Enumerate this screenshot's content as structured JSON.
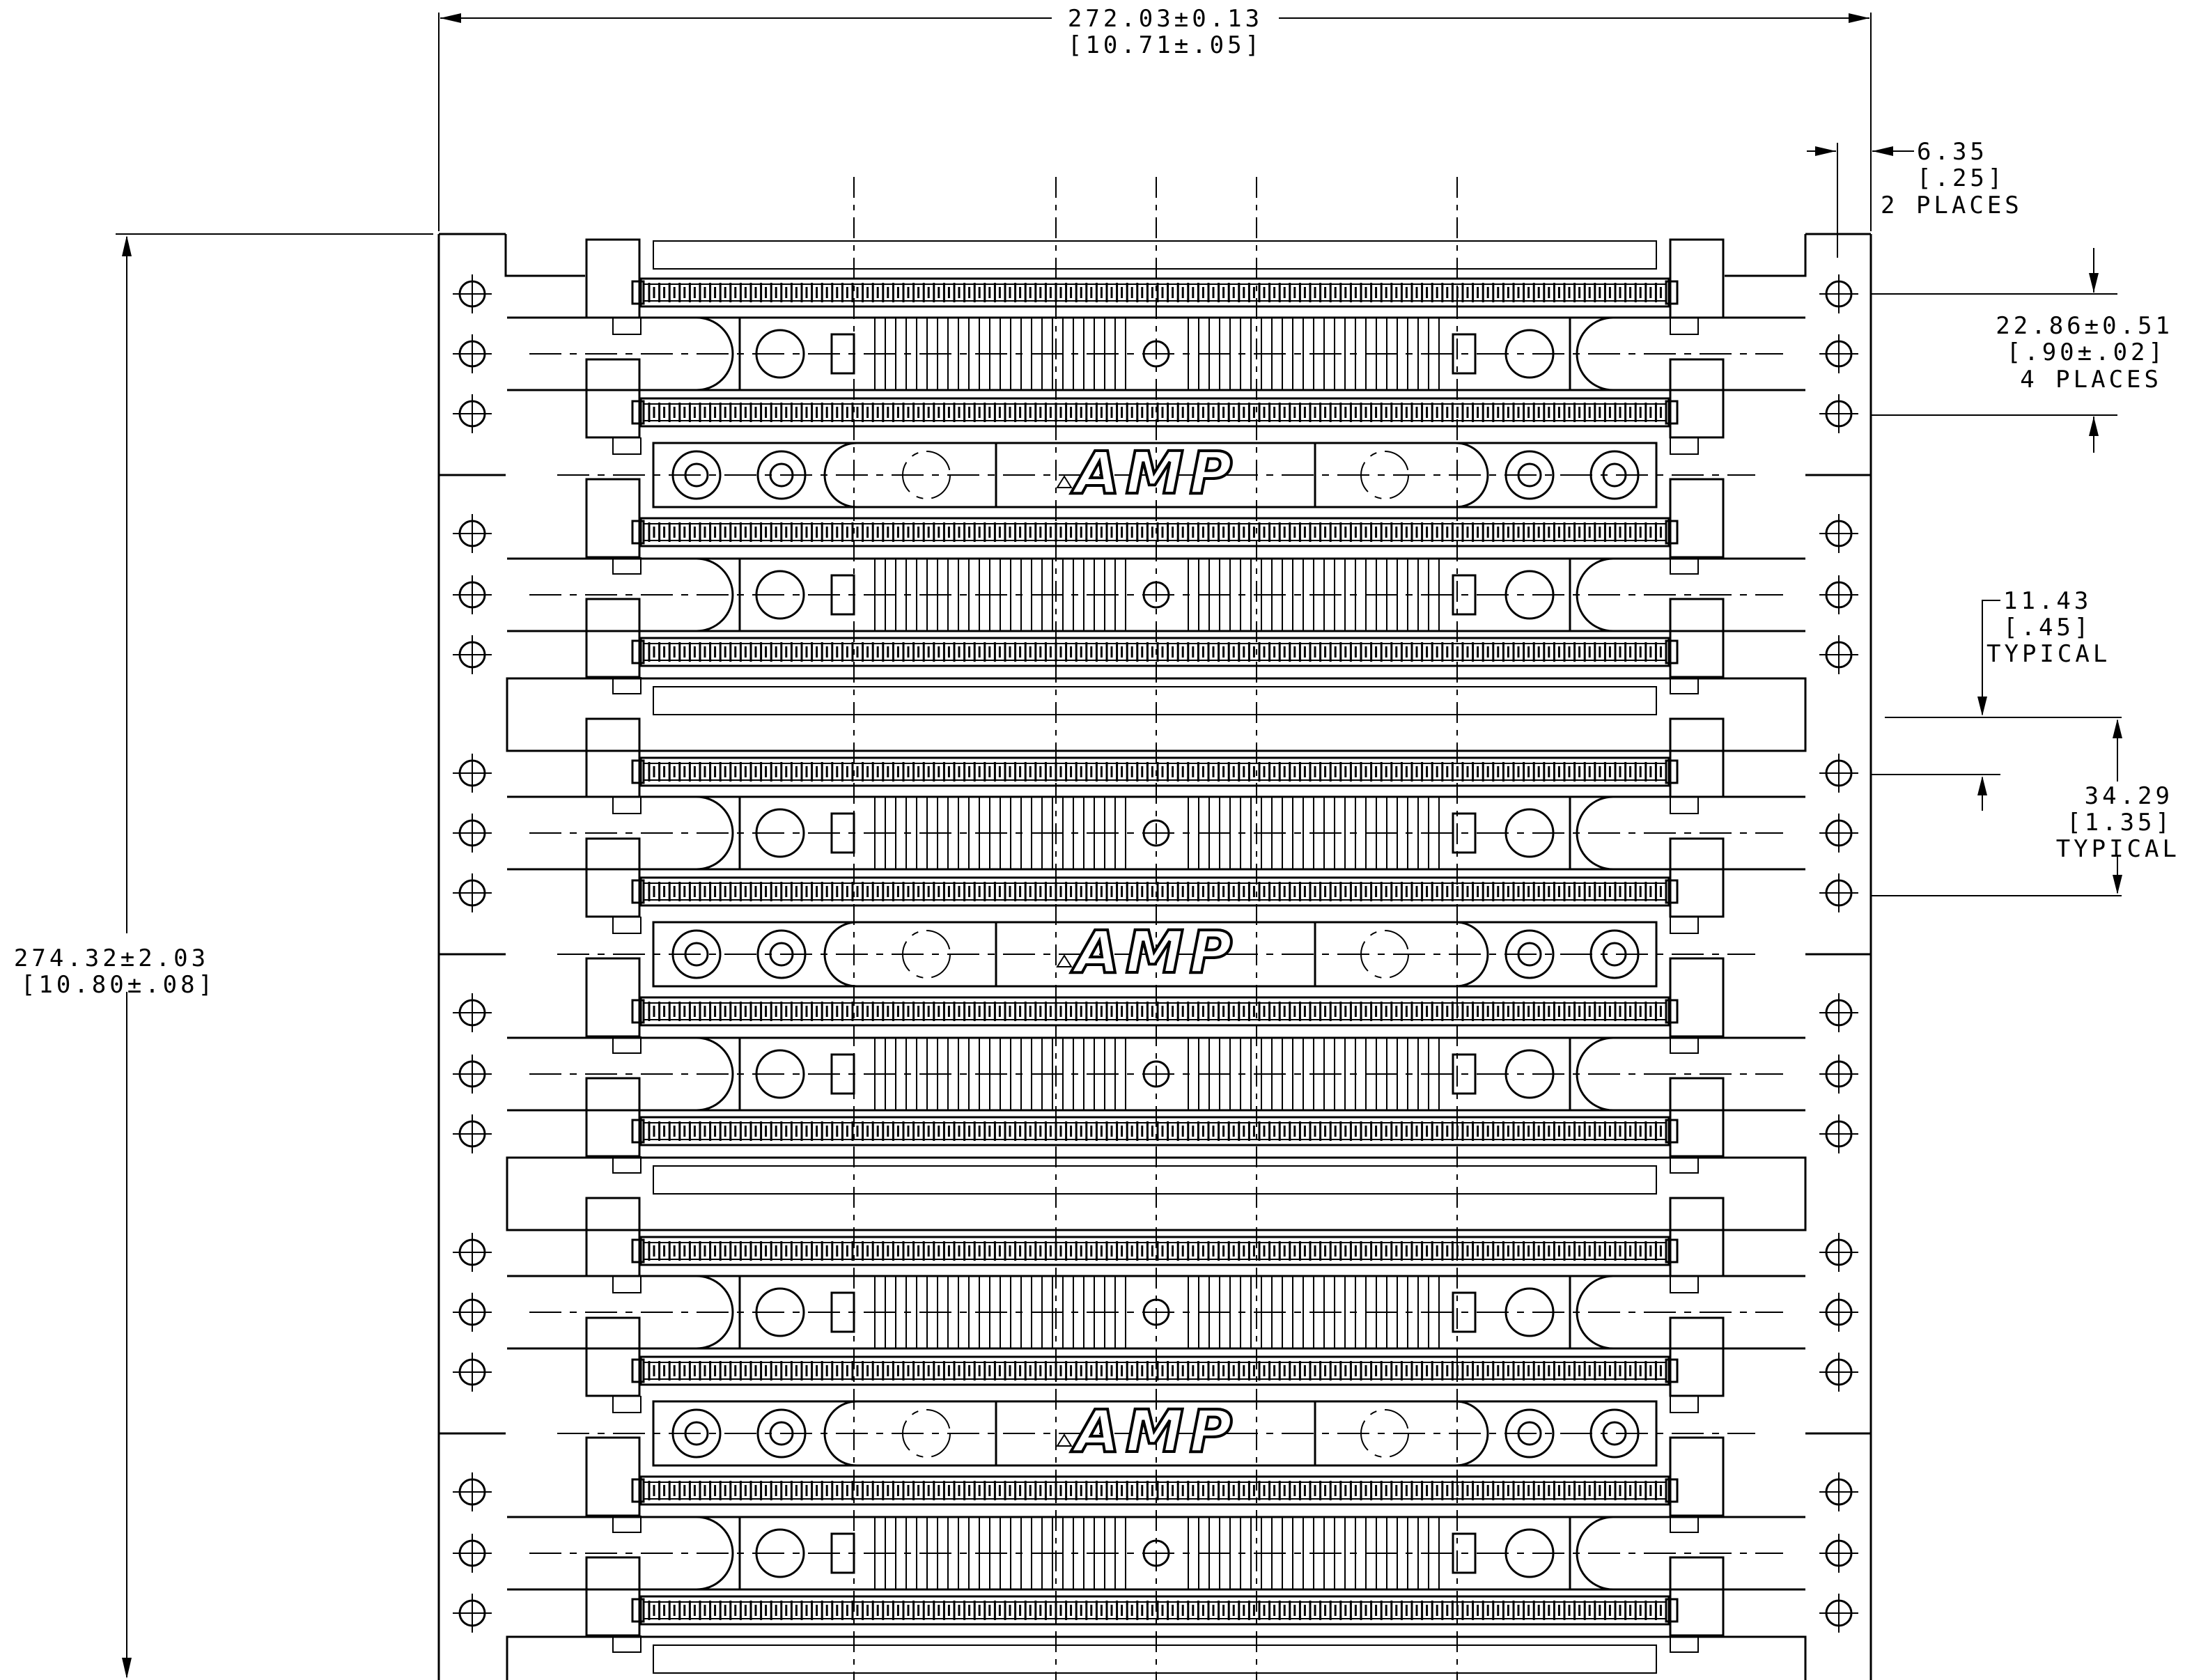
{
  "dimensions": {
    "overall_width": {
      "metric": "272.03±0.13",
      "imperial": "[10.71±.05]"
    },
    "edge_offset": {
      "metric": "6.35",
      "imperial": "[.25]",
      "note": "2 PLACES"
    },
    "hole_pitch": {
      "metric": "22.86±0.51",
      "imperial": "[.90±.02]",
      "note": "4 PLACES"
    },
    "gap": {
      "metric": "11.43",
      "imperial": "[.45]",
      "note": "TYPICAL"
    },
    "block_pitch": {
      "metric": "34.29",
      "imperial": "[1.35]",
      "note": "TYPICAL"
    },
    "overall_height": {
      "metric": "274.32±2.03",
      "imperial": "[10.80±.08]"
    }
  },
  "logo_text": "AMP",
  "colors": {
    "ink": "#000000",
    "paper": "#ffffff"
  }
}
